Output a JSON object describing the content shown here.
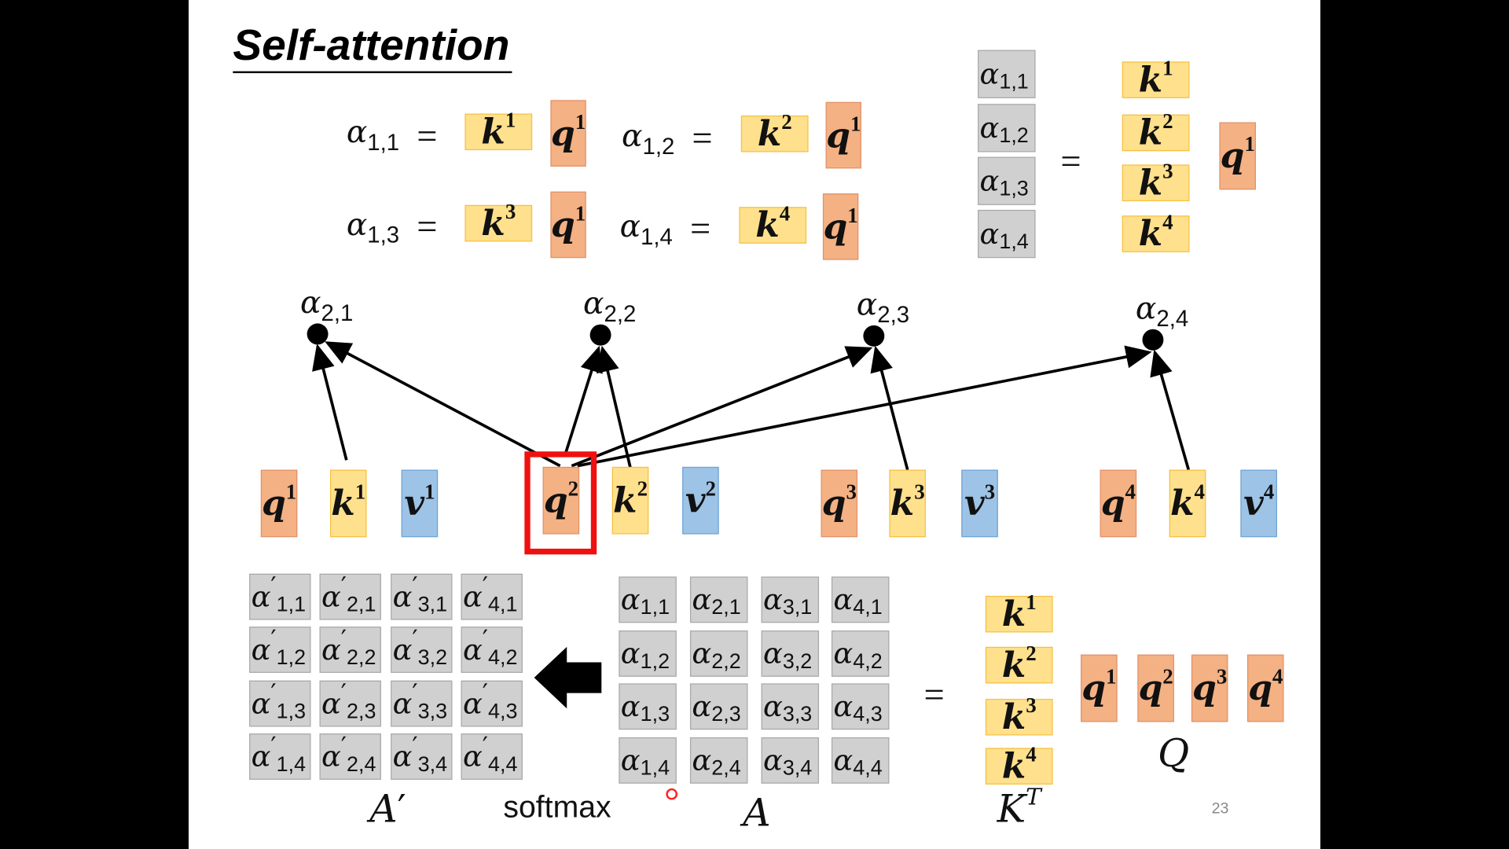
{
  "title": "Self-attention",
  "equals": "=",
  "equations": [
    {
      "lhs": {
        "sym": "α",
        "sub": "1,1"
      },
      "k": {
        "sym": "k",
        "sup": "1"
      },
      "q": {
        "sym": "q",
        "sup": "1"
      }
    },
    {
      "lhs": {
        "sym": "α",
        "sub": "1,2"
      },
      "k": {
        "sym": "k",
        "sup": "2"
      },
      "q": {
        "sym": "q",
        "sup": "1"
      }
    },
    {
      "lhs": {
        "sym": "α",
        "sub": "1,3"
      },
      "k": {
        "sym": "k",
        "sup": "3"
      },
      "q": {
        "sym": "q",
        "sup": "1"
      }
    },
    {
      "lhs": {
        "sym": "α",
        "sub": "1,4"
      },
      "k": {
        "sym": "k",
        "sup": "4"
      },
      "q": {
        "sym": "q",
        "sup": "1"
      }
    }
  ],
  "column_equation": {
    "alphas": [
      {
        "sym": "α",
        "sub": "1,1"
      },
      {
        "sym": "α",
        "sub": "1,2"
      },
      {
        "sym": "α",
        "sub": "1,3"
      },
      {
        "sym": "α",
        "sub": "1,4"
      }
    ],
    "keys": [
      {
        "sym": "k",
        "sup": "1"
      },
      {
        "sym": "k",
        "sup": "2"
      },
      {
        "sym": "k",
        "sup": "3"
      },
      {
        "sym": "k",
        "sup": "4"
      }
    ],
    "query": {
      "sym": "q",
      "sup": "1"
    }
  },
  "scores": [
    {
      "sym": "α",
      "sub": "2,1"
    },
    {
      "sym": "α",
      "sub": "2,2"
    },
    {
      "sym": "α",
      "sub": "2,3"
    },
    {
      "sym": "α",
      "sub": "2,4"
    }
  ],
  "vectors": [
    {
      "q": {
        "sym": "q",
        "sup": "1"
      },
      "k": {
        "sym": "k",
        "sup": "1"
      },
      "v": {
        "sym": "v",
        "sup": "1"
      }
    },
    {
      "q": {
        "sym": "q",
        "sup": "2"
      },
      "k": {
        "sym": "k",
        "sup": "2"
      },
      "v": {
        "sym": "v",
        "sup": "2"
      }
    },
    {
      "q": {
        "sym": "q",
        "sup": "3"
      },
      "k": {
        "sym": "k",
        "sup": "3"
      },
      "v": {
        "sym": "v",
        "sup": "3"
      }
    },
    {
      "q": {
        "sym": "q",
        "sup": "4"
      },
      "k": {
        "sym": "k",
        "sup": "4"
      },
      "v": {
        "sym": "v",
        "sup": "4"
      }
    }
  ],
  "highlighted_vector": "q2",
  "A_prime": {
    "label": "A",
    "label_mark": "′",
    "cells": [
      [
        "1,1",
        "2,1",
        "3,1",
        "4,1"
      ],
      [
        "1,2",
        "2,2",
        "3,2",
        "4,2"
      ],
      [
        "1,3",
        "2,3",
        "3,3",
        "4,3"
      ],
      [
        "1,4",
        "2,4",
        "3,4",
        "4,4"
      ]
    ]
  },
  "softmax_label": "softmax",
  "A": {
    "label": "A",
    "cells": [
      [
        "1,1",
        "2,1",
        "3,1",
        "4,1"
      ],
      [
        "1,2",
        "2,2",
        "3,2",
        "4,2"
      ],
      [
        "1,3",
        "2,3",
        "3,3",
        "4,3"
      ],
      [
        "1,4",
        "2,4",
        "3,4",
        "4,4"
      ]
    ]
  },
  "K_T": {
    "label": "K",
    "label_sup": "T",
    "keys": [
      {
        "sym": "k",
        "sup": "1"
      },
      {
        "sym": "k",
        "sup": "2"
      },
      {
        "sym": "k",
        "sup": "3"
      },
      {
        "sym": "k",
        "sup": "4"
      }
    ]
  },
  "Q": {
    "label": "Q",
    "queries": [
      {
        "sym": "q",
        "sup": "1"
      },
      {
        "sym": "q",
        "sup": "2"
      },
      {
        "sym": "q",
        "sup": "3"
      },
      {
        "sym": "q",
        "sup": "4"
      }
    ]
  },
  "page_number": "23",
  "colors": {
    "query": "#F4B183",
    "key": "#FFE08C",
    "value": "#9DC3E6",
    "score": "#D0D0D0",
    "highlight": "#F01010"
  }
}
